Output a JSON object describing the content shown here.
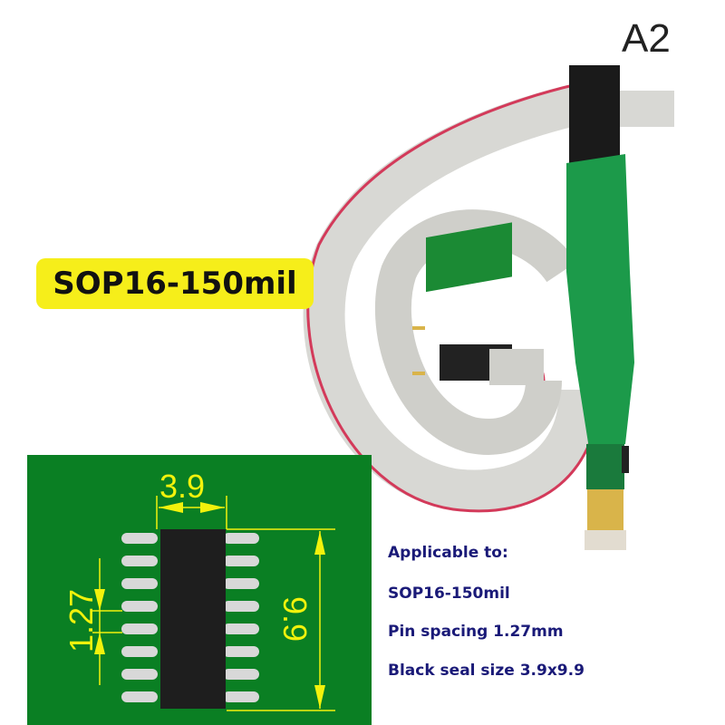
{
  "model_label": "A2",
  "package_badge": "SOP16-150mil",
  "dimensions": {
    "width": "3.9",
    "length": "9.9",
    "pitch": "1.27"
  },
  "specs": [
    "Applicable to:",
    "SOP16-150mil",
    "Pin spacing 1.27mm",
    "Black seal size 3.9x9.9"
  ],
  "colors": {
    "badge": "#f6ee1a",
    "pcb": "#0a7f23",
    "clip": "#1c9a4a",
    "spec_text": "#1a1a78",
    "dimension": "#f2f20c"
  }
}
